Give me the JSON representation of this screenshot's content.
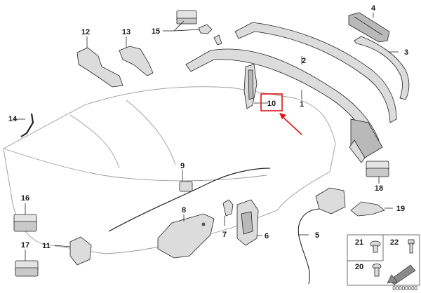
{
  "callouts": [
    {
      "key": "n1",
      "label": "1"
    },
    {
      "key": "n2",
      "label": "2"
    },
    {
      "key": "n3",
      "label": "3"
    },
    {
      "key": "n4",
      "label": "4"
    },
    {
      "key": "n5",
      "label": "5"
    },
    {
      "key": "n6",
      "label": "6"
    },
    {
      "key": "n7",
      "label": "7"
    },
    {
      "key": "n8",
      "label": "8"
    },
    {
      "key": "n9",
      "label": "9"
    },
    {
      "key": "n10",
      "label": "10"
    },
    {
      "key": "n11",
      "label": "11"
    },
    {
      "key": "n12",
      "label": "12"
    },
    {
      "key": "n13",
      "label": "13"
    },
    {
      "key": "n14",
      "label": "14"
    },
    {
      "key": "n15",
      "label": "15"
    },
    {
      "key": "n16",
      "label": "16"
    },
    {
      "key": "n17",
      "label": "17"
    },
    {
      "key": "n18",
      "label": "18"
    },
    {
      "key": "n19",
      "label": "19"
    },
    {
      "key": "n20",
      "label": "20"
    },
    {
      "key": "n21",
      "label": "21"
    },
    {
      "key": "n22",
      "label": "22"
    }
  ],
  "labels": {
    "n1": "1",
    "n2": "2",
    "n3": "3",
    "n4": "4",
    "n5": "5",
    "n6": "6",
    "n7": "7",
    "n8": "8",
    "n9": "9",
    "n10": "10",
    "n11": "11",
    "n12": "12",
    "n13": "13",
    "n14": "14",
    "n15": "15",
    "n16": "16",
    "n17": "17",
    "n18": "18",
    "n19": "19",
    "n20": "20",
    "n21": "21",
    "n22": "22"
  },
  "highlighted_part": "10",
  "highlight_color": "#e01010",
  "drawing_number": "00000000"
}
